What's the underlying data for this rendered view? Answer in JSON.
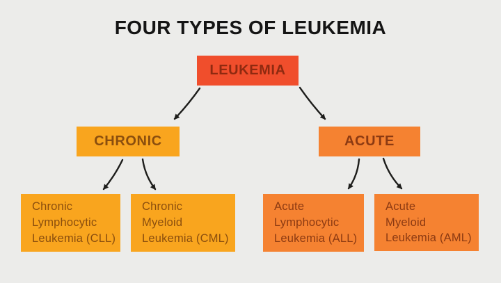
{
  "title": "FOUR TYPES OF LEUKEMIA",
  "colors": {
    "background": "#ECECEA",
    "root_box": "#F04E2C",
    "root_text": "#8F2A10",
    "chronic_box": "#F9A51E",
    "chronic_text": "#8A4E0E",
    "acute_box": "#F58231",
    "acute_text": "#8C3A12",
    "arrow": "#1D1D1B",
    "title_text": "#141414"
  },
  "nodes": {
    "leukemia": {
      "label": "LEUKEMIA"
    },
    "chronic": {
      "label": "CHRONIC"
    },
    "acute": {
      "label": "ACUTE"
    },
    "cll": {
      "text": "Chronic\nLymphocytic\nLeukemia (CLL)"
    },
    "cml": {
      "text": "Chronic\nMyeloid\nLeukemia (CML)"
    },
    "all": {
      "text": "Acute\nLymphocytic\nLeukemia (ALL)"
    },
    "aml": {
      "text": "Acute\nMyeloid\nLeukemia (AML)"
    }
  },
  "edges": [
    {
      "from": "leukemia",
      "to": "chronic",
      "points": [
        287,
        127,
        251,
        171
      ],
      "bend": 2
    },
    {
      "from": "leukemia",
      "to": "acute",
      "points": [
        431,
        126,
        467,
        171
      ],
      "bend": -2
    },
    {
      "from": "chronic",
      "to": "cll",
      "points": [
        176,
        230,
        149,
        272
      ],
      "bend": 3
    },
    {
      "from": "chronic",
      "to": "cml",
      "points": [
        205,
        229,
        223,
        272
      ],
      "bend": -6
    },
    {
      "from": "acute",
      "to": "all",
      "points": [
        516,
        229,
        501,
        271
      ],
      "bend": 6
    },
    {
      "from": "acute",
      "to": "aml",
      "points": [
        551,
        228,
        577,
        271
      ],
      "bend": -6
    }
  ]
}
